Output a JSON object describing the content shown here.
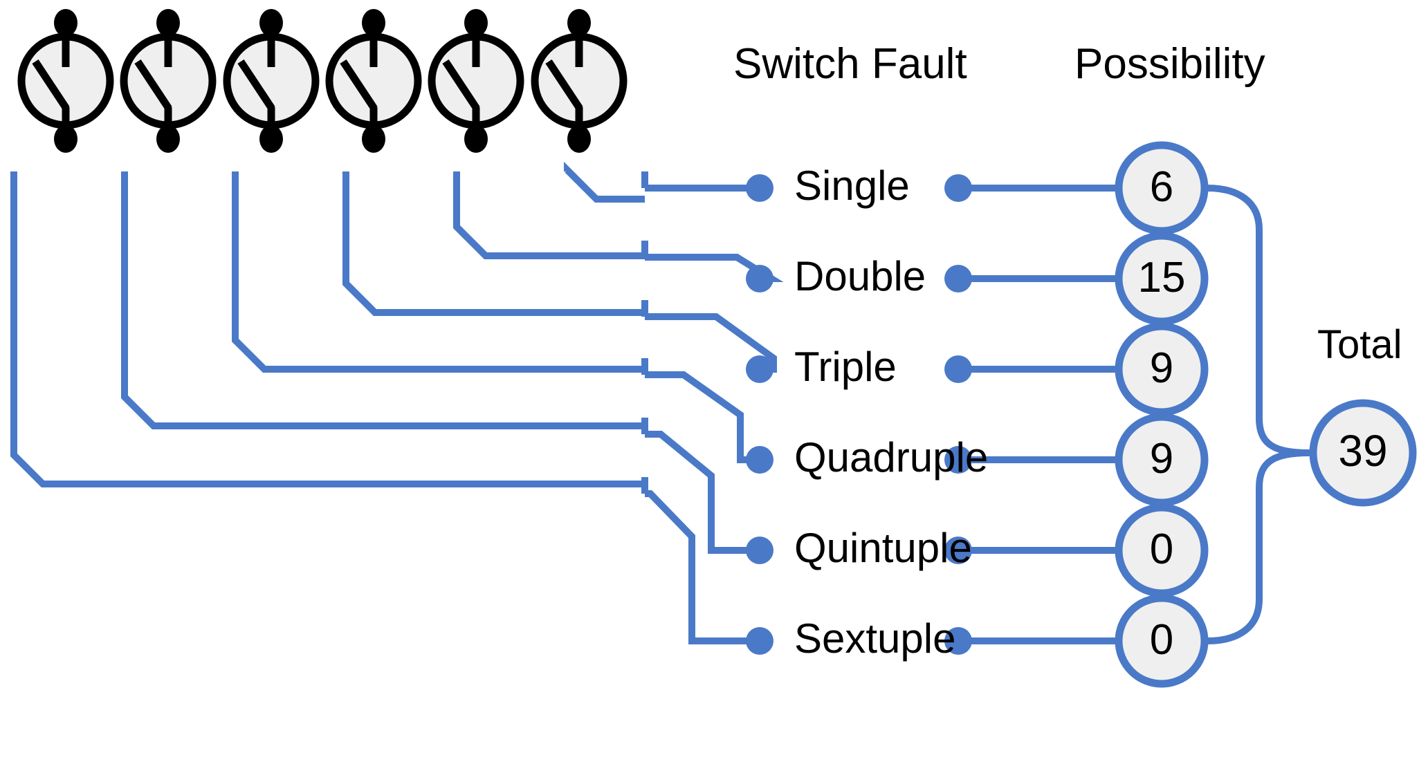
{
  "diagram": {
    "title_switch_fault": "Switch Fault",
    "title_possibility": "Possibility",
    "total_label": "Total",
    "total_value": "39",
    "colors": {
      "wire": "#4a79c8",
      "switch_outline": "#000000",
      "switch_fill": "#efefef",
      "circle_fill": "#efefef",
      "circle_stroke": "#4a79c8",
      "text": "#000000",
      "background": "#ffffff"
    },
    "switch_count": 6,
    "switches": [
      {
        "name": "switch-1"
      },
      {
        "name": "switch-2"
      },
      {
        "name": "switch-3"
      },
      {
        "name": "switch-4"
      },
      {
        "name": "switch-5"
      },
      {
        "name": "switch-6"
      }
    ],
    "rows": [
      {
        "label": "Single",
        "value": "6"
      },
      {
        "label": "Double",
        "value": "15"
      },
      {
        "label": "Triple",
        "value": "9"
      },
      {
        "label": "Quadruple",
        "value": "9"
      },
      {
        "label": "Quintuple",
        "value": "0"
      },
      {
        "label": "Sextuple",
        "value": "0"
      }
    ]
  },
  "chart_data": {
    "type": "bar",
    "title": "Switch Fault Possibility",
    "categories": [
      "Single",
      "Double",
      "Triple",
      "Quadruple",
      "Quintuple",
      "Sextuple"
    ],
    "values": [
      6,
      15,
      9,
      9,
      0,
      0
    ],
    "xlabel": "Switch Fault",
    "ylabel": "Possibility",
    "total": 39,
    "n_switches": 6,
    "annotations": [
      "Total 39"
    ],
    "grid": false,
    "legend": "none"
  }
}
